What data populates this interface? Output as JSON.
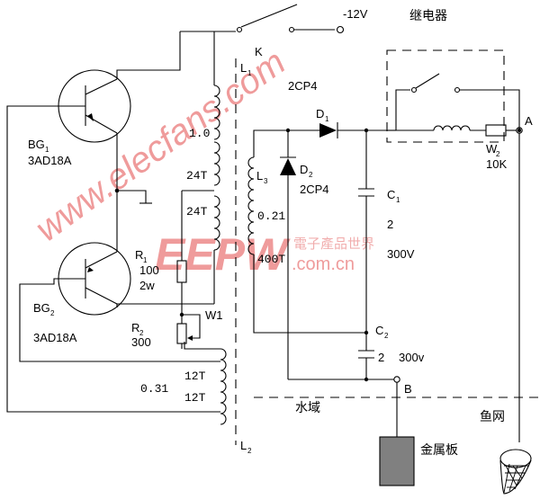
{
  "supply_label": "-12V",
  "relay_label": "继电器",
  "switch_label": "K",
  "watermark_url": "www.elecfans.com",
  "watermark_brand": "EEPW",
  "watermark_cn": "電子產品世界",
  "watermark_domain": ".com.cn",
  "transistors": {
    "bg1": {
      "name": "BG",
      "sub": "1",
      "model": "3AD18A"
    },
    "bg2": {
      "name": "BG",
      "sub": "2",
      "model": "3AD18A"
    }
  },
  "resistors": {
    "r1": {
      "name": "R",
      "sub": "1",
      "value": "100",
      "power": "2w"
    },
    "r2": {
      "name": "R",
      "sub": "2",
      "value": "300"
    },
    "w1": {
      "name": "W1"
    },
    "w2": {
      "name": "W",
      "sub": "2",
      "value": "10K"
    }
  },
  "transformer": {
    "l1": {
      "name": "L",
      "sub": "1"
    },
    "l2": {
      "name": "L",
      "sub": "2"
    },
    "l3": {
      "name": "L",
      "sub": "3",
      "wire": "0.21",
      "turns": "400T"
    },
    "wire_top": "1.0",
    "turns_a": "24T",
    "turns_b": "24T",
    "turns_c": "12T",
    "turns_d": "12T",
    "wire_bottom": "0.31"
  },
  "diodes": {
    "d1": {
      "name": "D",
      "sub": "1",
      "model": "2CP4"
    },
    "d2": {
      "name": "D",
      "sub": "2",
      "model": "2CP4"
    }
  },
  "capacitors": {
    "c1": {
      "name": "C",
      "sub": "1",
      "value": "2",
      "voltage": "300V"
    },
    "c2": {
      "name": "C",
      "sub": "2",
      "value": "2",
      "voltage": "300v"
    }
  },
  "terminals": {
    "a": "A",
    "b": "B"
  },
  "water_label": "水域",
  "fishnet_label": "鱼网",
  "metal_plate_label": "金属板"
}
